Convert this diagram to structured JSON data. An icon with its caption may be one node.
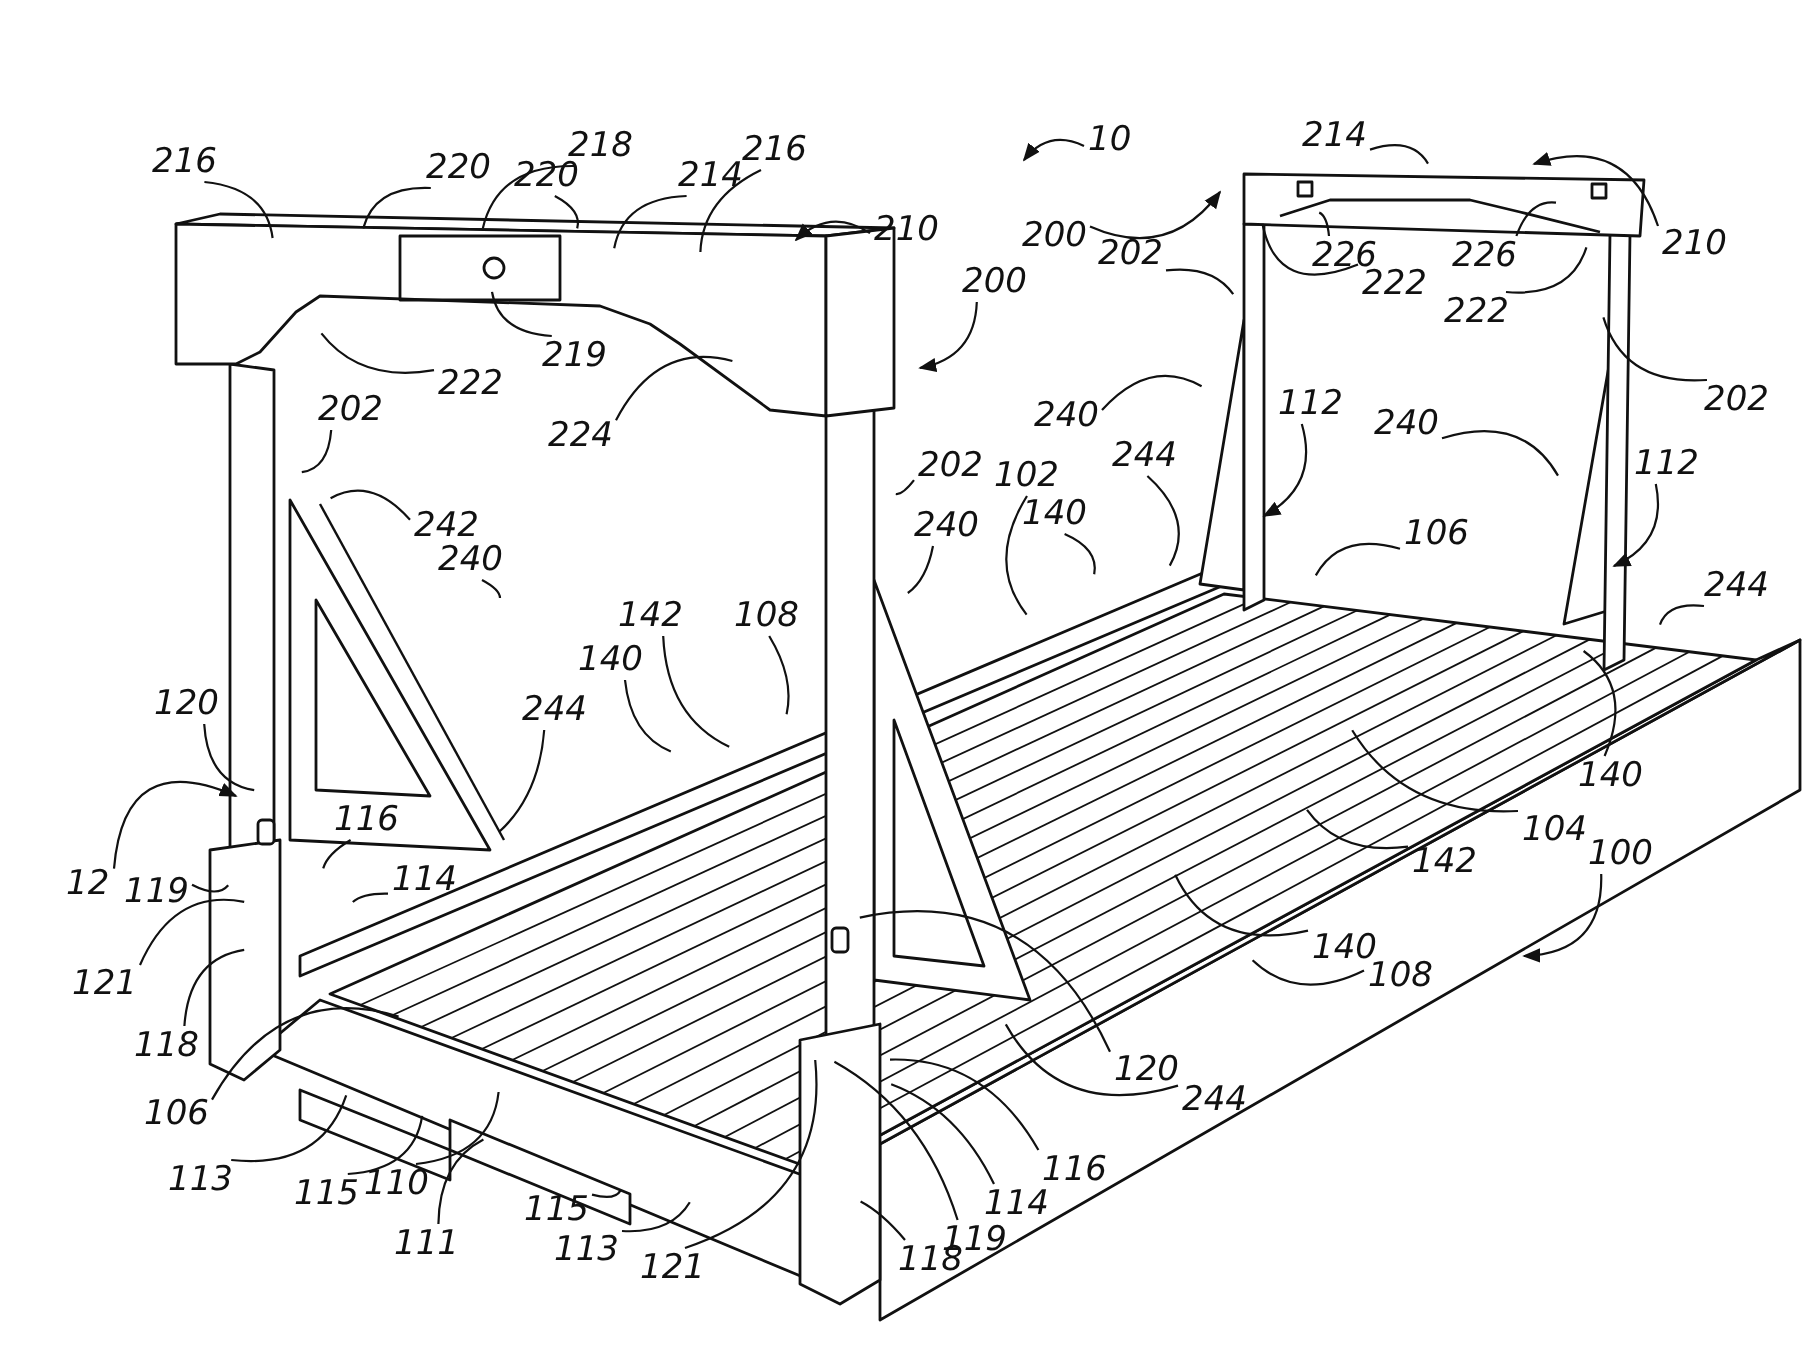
{
  "diagram": {
    "nodes": [
      {
        "text": [
          "216"
        ]
      },
      {
        "text": [
          "220"
        ]
      },
      {
        "text": [
          "218"
        ]
      },
      {
        "text": [
          "220"
        ]
      },
      {
        "text": [
          "214"
        ]
      },
      {
        "text": [
          "216"
        ]
      },
      {
        "text": [
          "210"
        ]
      },
      {
        "text": [
          "219"
        ]
      },
      {
        "text": [
          "222"
        ]
      },
      {
        "text": [
          "224"
        ]
      },
      {
        "text": [
          "202"
        ]
      },
      {
        "text": [
          "242"
        ]
      },
      {
        "text": [
          "240"
        ]
      },
      {
        "text": [
          "10"
        ]
      },
      {
        "text": [
          "200"
        ]
      },
      {
        "text": [
          "200"
        ]
      },
      {
        "text": [
          "202"
        ]
      },
      {
        "text": [
          "202"
        ]
      },
      {
        "text": [
          "240"
        ]
      },
      {
        "text": [
          "240"
        ]
      },
      {
        "text": [
          "102"
        ]
      },
      {
        "text": [
          "244"
        ]
      },
      {
        "text": [
          "140"
        ]
      },
      {
        "text": [
          "112"
        ]
      },
      {
        "text": [
          "106"
        ]
      },
      {
        "text": [
          "214"
        ]
      },
      {
        "text": [
          "210"
        ]
      },
      {
        "text": [
          "226"
        ]
      },
      {
        "text": [
          "226"
        ]
      },
      {
        "text": [
          "222"
        ]
      },
      {
        "text": [
          "222"
        ]
      },
      {
        "text": [
          "202"
        ]
      },
      {
        "text": [
          "240"
        ]
      },
      {
        "text": [
          "112"
        ]
      },
      {
        "text": [
          "244"
        ]
      },
      {
        "text": [
          "120"
        ]
      },
      {
        "text": [
          "12"
        ]
      },
      {
        "text": [
          "119"
        ]
      },
      {
        "text": [
          "116"
        ]
      },
      {
        "text": [
          "114"
        ]
      },
      {
        "text": [
          "121"
        ]
      },
      {
        "text": [
          "118"
        ]
      },
      {
        "text": [
          "106"
        ]
      },
      {
        "text": [
          "113"
        ]
      },
      {
        "text": [
          "115"
        ]
      },
      {
        "text": [
          "110"
        ]
      },
      {
        "text": [
          "111"
        ]
      },
      {
        "text": [
          "115"
        ]
      },
      {
        "text": [
          "113"
        ]
      },
      {
        "text": [
          "121"
        ]
      },
      {
        "text": [
          "244"
        ]
      },
      {
        "text": [
          "140"
        ]
      },
      {
        "text": [
          "142"
        ]
      },
      {
        "text": [
          "108"
        ]
      },
      {
        "text": [
          "140"
        ]
      },
      {
        "text": [
          "104"
        ]
      },
      {
        "text": [
          "100"
        ]
      },
      {
        "text": [
          "142"
        ]
      },
      {
        "text": [
          "140"
        ]
      },
      {
        "text": [
          "108"
        ]
      },
      {
        "text": [
          "120"
        ]
      },
      {
        "text": [
          "244"
        ]
      },
      {
        "text": [
          "116"
        ]
      },
      {
        "text": [
          "114"
        ]
      },
      {
        "text": [
          "119"
        ]
      },
      {
        "text": [
          "118"
        ]
      }
    ],
    "edges": [
      {
        "from": 0,
        "to": null,
        "arrow": "none"
      },
      {
        "from": 1,
        "to": null,
        "arrow": "none"
      },
      {
        "from": 2,
        "to": null,
        "arrow": "none"
      },
      {
        "from": 3,
        "to": null,
        "arrow": "none"
      },
      {
        "from": 4,
        "to": null,
        "arrow": "none"
      },
      {
        "from": 5,
        "to": null,
        "arrow": "none"
      },
      {
        "from": 6,
        "to": null,
        "arrow": "to"
      },
      {
        "from": 7,
        "to": null,
        "arrow": "none"
      },
      {
        "from": 8,
        "to": null,
        "arrow": "none"
      },
      {
        "from": 9,
        "to": null,
        "arrow": "none"
      },
      {
        "from": 10,
        "to": null,
        "arrow": "none"
      },
      {
        "from": 11,
        "to": null,
        "arrow": "none"
      },
      {
        "from": 12,
        "to": null,
        "arrow": "none"
      },
      {
        "from": 13,
        "to": null,
        "arrow": "to"
      },
      {
        "from": 14,
        "to": null,
        "arrow": "to"
      },
      {
        "from": 15,
        "to": null,
        "arrow": "to"
      },
      {
        "from": 16,
        "to": null,
        "arrow": "none"
      },
      {
        "from": 17,
        "to": null,
        "arrow": "none"
      },
      {
        "from": 18,
        "to": null,
        "arrow": "none"
      },
      {
        "from": 19,
        "to": null,
        "arrow": "none"
      },
      {
        "from": 20,
        "to": null,
        "arrow": "none"
      },
      {
        "from": 21,
        "to": null,
        "arrow": "none"
      },
      {
        "from": 22,
        "to": null,
        "arrow": "none"
      },
      {
        "from": 23,
        "to": null,
        "arrow": "to"
      },
      {
        "from": 24,
        "to": null,
        "arrow": "none"
      },
      {
        "from": 25,
        "to": null,
        "arrow": "none"
      },
      {
        "from": 26,
        "to": null,
        "arrow": "to"
      },
      {
        "from": 27,
        "to": null,
        "arrow": "none"
      },
      {
        "from": 28,
        "to": null,
        "arrow": "none"
      },
      {
        "from": 29,
        "to": null,
        "arrow": "none"
      },
      {
        "from": 30,
        "to": null,
        "arrow": "none"
      },
      {
        "from": 31,
        "to": null,
        "arrow": "none"
      },
      {
        "from": 32,
        "to": null,
        "arrow": "none"
      },
      {
        "from": 33,
        "to": null,
        "arrow": "to"
      },
      {
        "from": 34,
        "to": null,
        "arrow": "none"
      },
      {
        "from": 35,
        "to": null,
        "arrow": "none"
      },
      {
        "from": 36,
        "to": null,
        "arrow": "to"
      },
      {
        "from": 37,
        "to": null,
        "arrow": "none"
      },
      {
        "from": 38,
        "to": null,
        "arrow": "none"
      },
      {
        "from": 39,
        "to": null,
        "arrow": "none"
      },
      {
        "from": 40,
        "to": null,
        "arrow": "none"
      },
      {
        "from": 41,
        "to": null,
        "arrow": "none"
      },
      {
        "from": 42,
        "to": null,
        "arrow": "none"
      },
      {
        "from": 43,
        "to": null,
        "arrow": "none"
      },
      {
        "from": 44,
        "to": null,
        "arrow": "none"
      },
      {
        "from": 45,
        "to": null,
        "arrow": "none"
      },
      {
        "from": 46,
        "to": null,
        "arrow": "none"
      },
      {
        "from": 47,
        "to": null,
        "arrow": "none"
      },
      {
        "from": 48,
        "to": null,
        "arrow": "none"
      },
      {
        "from": 49,
        "to": null,
        "arrow": "none"
      },
      {
        "from": 50,
        "to": null,
        "arrow": "none"
      },
      {
        "from": 51,
        "to": null,
        "arrow": "none"
      },
      {
        "from": 52,
        "to": null,
        "arrow": "none"
      },
      {
        "from": 53,
        "to": null,
        "arrow": "none"
      },
      {
        "from": 54,
        "to": null,
        "arrow": "none"
      },
      {
        "from": 55,
        "to": null,
        "arrow": "none"
      },
      {
        "from": 56,
        "to": null,
        "arrow": "to"
      },
      {
        "from": 57,
        "to": null,
        "arrow": "none"
      },
      {
        "from": 58,
        "to": null,
        "arrow": "none"
      },
      {
        "from": 59,
        "to": null,
        "arrow": "none"
      },
      {
        "from": 60,
        "to": null,
        "arrow": "none"
      },
      {
        "from": 61,
        "to": null,
        "arrow": "none"
      },
      {
        "from": 62,
        "to": null,
        "arrow": "none"
      },
      {
        "from": 63,
        "to": null,
        "arrow": "none"
      },
      {
        "from": 64,
        "to": null,
        "arrow": "none"
      },
      {
        "from": 65,
        "to": null,
        "arrow": "none"
      }
    ]
  }
}
